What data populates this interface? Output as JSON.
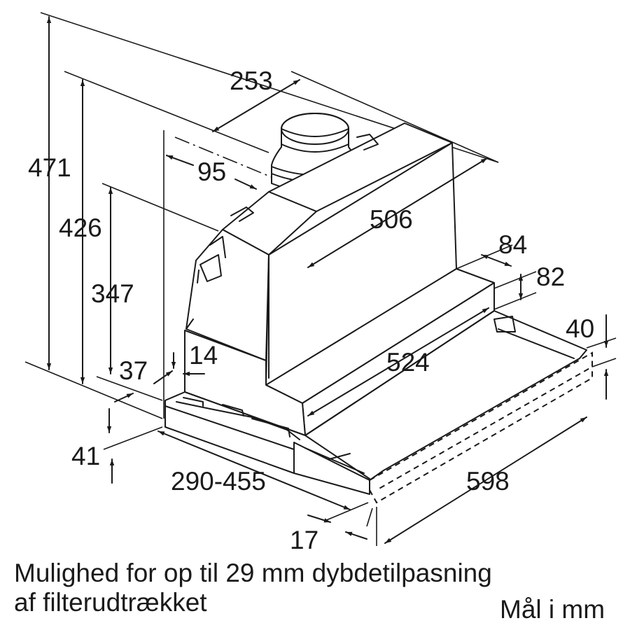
{
  "dimensions": {
    "d253": "253",
    "d471": "471",
    "d95": "95",
    "d426": "426",
    "d506": "506",
    "d84": "84",
    "d82": "82",
    "d347": "347",
    "d40": "40",
    "d14": "14",
    "d37": "37",
    "d524": "524",
    "d41": "41",
    "d598": "598",
    "d290_455": "290-455",
    "d17": "17"
  },
  "caption": {
    "line1": "Mulighed for op til 29 mm dybdetilpasning",
    "line2": "af filterudtrækket",
    "units": "Mål i mm"
  }
}
